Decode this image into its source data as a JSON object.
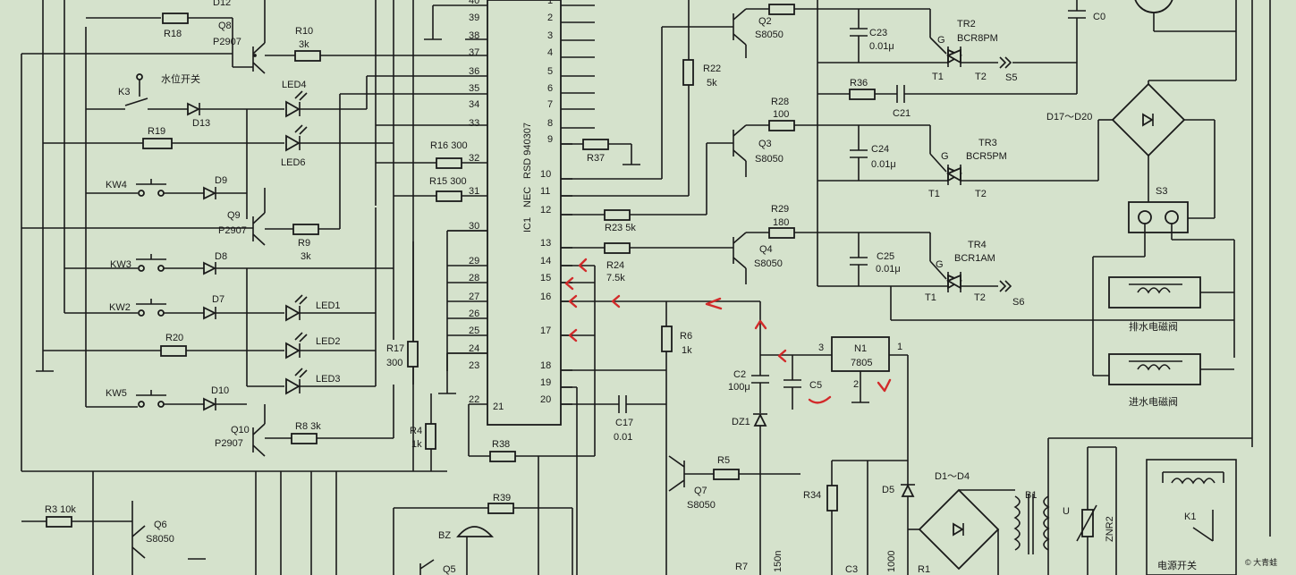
{
  "ic": {
    "ref": "IC1",
    "part": "NEC",
    "code": "RSD 940307",
    "left_pins": [
      "40",
      "39",
      "38",
      "37",
      "36",
      "35",
      "34",
      "33",
      "32",
      "31",
      "30",
      "29",
      "28",
      "27",
      "26",
      "25",
      "24",
      "23",
      "22",
      "21"
    ],
    "right_pins": [
      "1",
      "2",
      "3",
      "4",
      "5",
      "6",
      "7",
      "8",
      "9",
      "10",
      "11",
      "12",
      "13",
      "14",
      "15",
      "16",
      "17",
      "18",
      "19",
      "20"
    ]
  },
  "resistors": {
    "R18": "R18",
    "R10": "R10",
    "R10v": "3k",
    "R19": "R19",
    "R16": "R16 300",
    "R15": "R15  300",
    "R9": "R9",
    "R9v": "3k",
    "R20": "R20",
    "R17": "R17",
    "R17v": "300",
    "R8": "R8 3k",
    "R3": "R3 10k",
    "R4": "R4",
    "R4v": "1k",
    "R38": "R38",
    "R39": "R39",
    "R37": "R37",
    "R23": "R23  5k",
    "R24": "R24",
    "R24v": "7.5k",
    "R22": "R22",
    "R22v": "5k",
    "R28": "R28",
    "R28v": "100",
    "R29": "R29",
    "R29v": "180",
    "R36": "R36",
    "R6": "R6",
    "R6v": "1k",
    "R5": "R5",
    "R34": "R34",
    "R7": "R7",
    "R1": "R1",
    "n150": "150n",
    "n1000": "1000"
  },
  "transistors": {
    "Q8": "Q8",
    "Q8t": "P2907",
    "Q9": "Q9",
    "Q9t": "P2907",
    "Q10": "Q10",
    "Q10t": "P2907",
    "Q6": "Q6",
    "Q6t": "S8050",
    "Q5": "Q5",
    "Q2": "Q2",
    "Q2t": "S8050",
    "Q3": "Q3",
    "Q3t": "S8050",
    "Q4": "Q4",
    "Q4t": "S8050",
    "Q7": "Q7",
    "Q7t": "S8050"
  },
  "diodes": {
    "D12": "D12",
    "D13": "D13",
    "D9": "D9",
    "D8": "D8",
    "D7": "D7",
    "D10": "D10",
    "DZ1": "DZ1",
    "D5": "D5",
    "D1D4": "D1～D4",
    "D17D20": "D17～D20"
  },
  "leds": {
    "LED4": "LED4",
    "LED6": "LED6",
    "LED1": "LED1",
    "LED2": "LED2",
    "LED3": "LED3"
  },
  "switches": {
    "K3": "K3",
    "water_level_switch": "水位开关",
    "KW4": "KW4",
    "KW3": "KW3",
    "KW2": "KW2",
    "KW5": "KW5",
    "K1": "K1",
    "power_switch": "电源开关",
    "S3": "S3"
  },
  "capacitors": {
    "C23": "C23",
    "C23v": "0.01μ",
    "C24": "C24",
    "C24v": "0.01μ",
    "C25": "C25",
    "C25v": "0.01μ",
    "C21": "C21",
    "C0": "C0",
    "C17": "C17",
    "C17v": "0.01",
    "C2": "C2",
    "C2v": "100μ",
    "C5": "C5",
    "C3": "C3"
  },
  "triacs": {
    "TR2": "TR2",
    "TR2t": "BCR8PM",
    "TR3": "TR3",
    "TR3t": "BCR5PM",
    "TR4": "TR4",
    "TR4t": "BCR1AM",
    "G": "G",
    "T1": "T1",
    "T2": "T2",
    "S5": "S5",
    "S6": "S6"
  },
  "regulator": {
    "ref": "N1",
    "part": "7805",
    "pin1": "1",
    "pin2": "2",
    "pin3": "3"
  },
  "misc": {
    "BZ": "BZ",
    "B1": "B1",
    "ZNR2": "ZNR2",
    "drain_valve": "排水电磁阀",
    "inlet_valve": "进水电磁阀",
    "watermark": "© 大青蛙"
  },
  "colors": {
    "background": "#d5e2cc",
    "ink": "#1a1a1a",
    "annotation": "#d22a2a"
  }
}
